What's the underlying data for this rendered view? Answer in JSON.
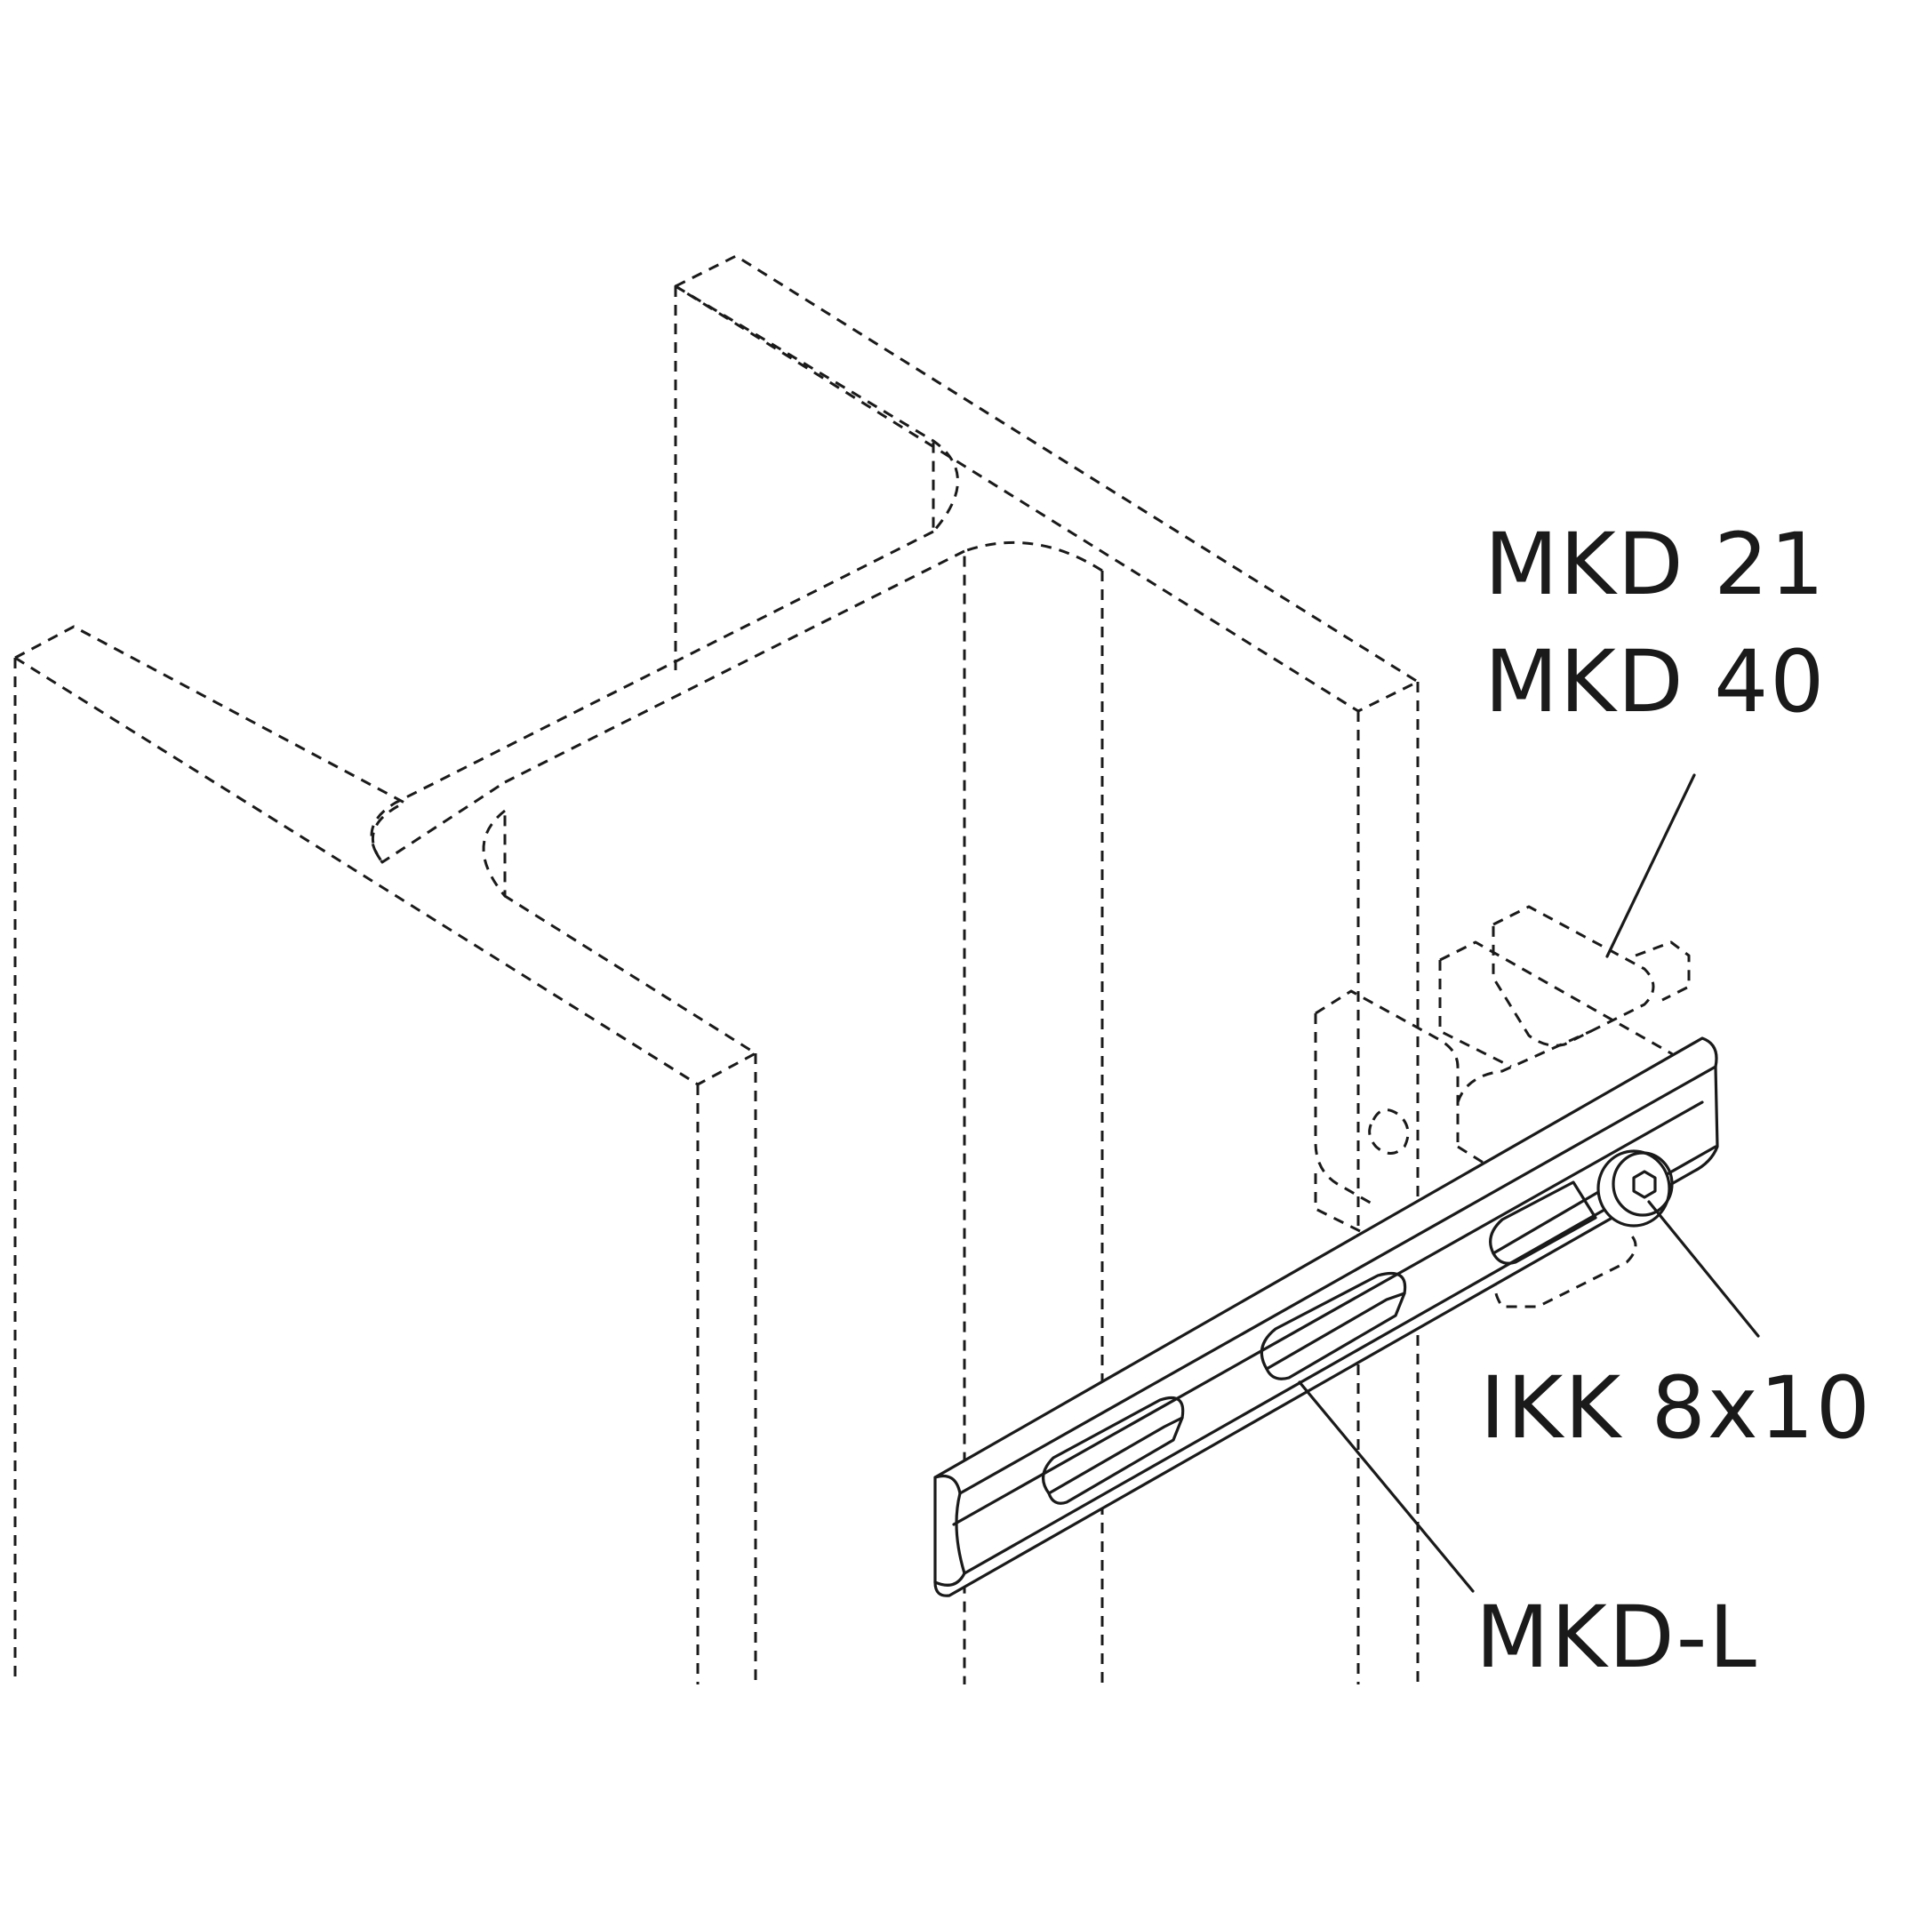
{
  "labels": {
    "clamp_a": "MKD 21",
    "clamp_b": "MKD 40",
    "screw": "IKK 8x10",
    "bracket": "MKD-L"
  },
  "colors": {
    "ink": "#1a1a1a",
    "background": "#ffffff"
  }
}
